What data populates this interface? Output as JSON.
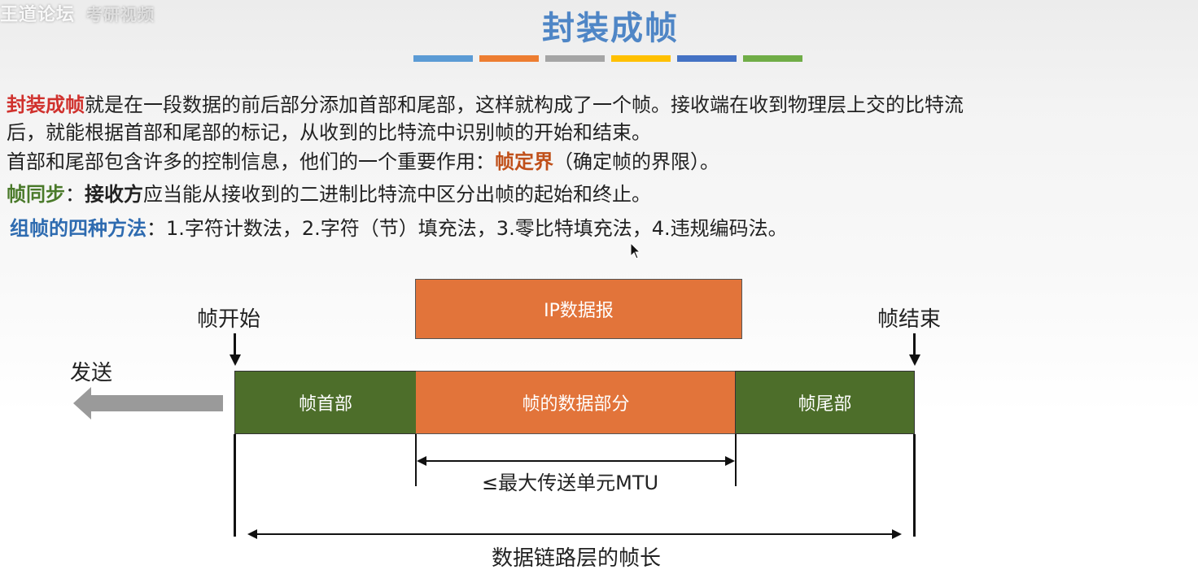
{
  "watermark": {
    "main": "王道论坛",
    "sub": "考研视频"
  },
  "title": "封装成帧",
  "title_bar_colors": [
    "#5b9bd5",
    "#ed7d31",
    "#a5a5a5",
    "#ffc000",
    "#4472c4",
    "#70ad47"
  ],
  "paragraphs": {
    "p1": {
      "term": "封装成帧",
      "text": "就是在一段数据的前后部分添加首部和尾部，这样就构成了一个帧。接收端在收到物理层上交的比特流"
    },
    "p1b": {
      "text": "后，就能根据首部和尾部的标记，从收到的比特流中识别帧的开始和结束。"
    },
    "p2": {
      "text_before": "首部和尾部包含许多的控制信息，他们的一个重要作用：",
      "term": "帧定界",
      "text_after": "（确定帧的界限）。"
    },
    "p3": {
      "term": "帧同步",
      "colon": "：",
      "subject": "接收方",
      "text": "应当能从接收到的二进制比特流中区分出帧的起始和终止。"
    },
    "p4": {
      "term": "组帧的四种方法",
      "text": "：1.字符计数法，2.字符（节）填充法，3.零比特填充法，4.违规编码法。"
    }
  },
  "diagram": {
    "ip_datagram": "IP数据报",
    "frame_start": "帧开始",
    "frame_end": "帧结束",
    "send": "发送",
    "frame_header": "帧首部",
    "frame_data": "帧的数据部分",
    "frame_trailer": "帧尾部",
    "mtu_label": "≤最大传送单元MTU",
    "frame_length_label": "数据链路层的帧长"
  },
  "colors": {
    "orange": "#e2743a",
    "green": "#4d6e2a",
    "arrow_gray": "#9a9a9a",
    "title_blue": "#4f86c6"
  }
}
